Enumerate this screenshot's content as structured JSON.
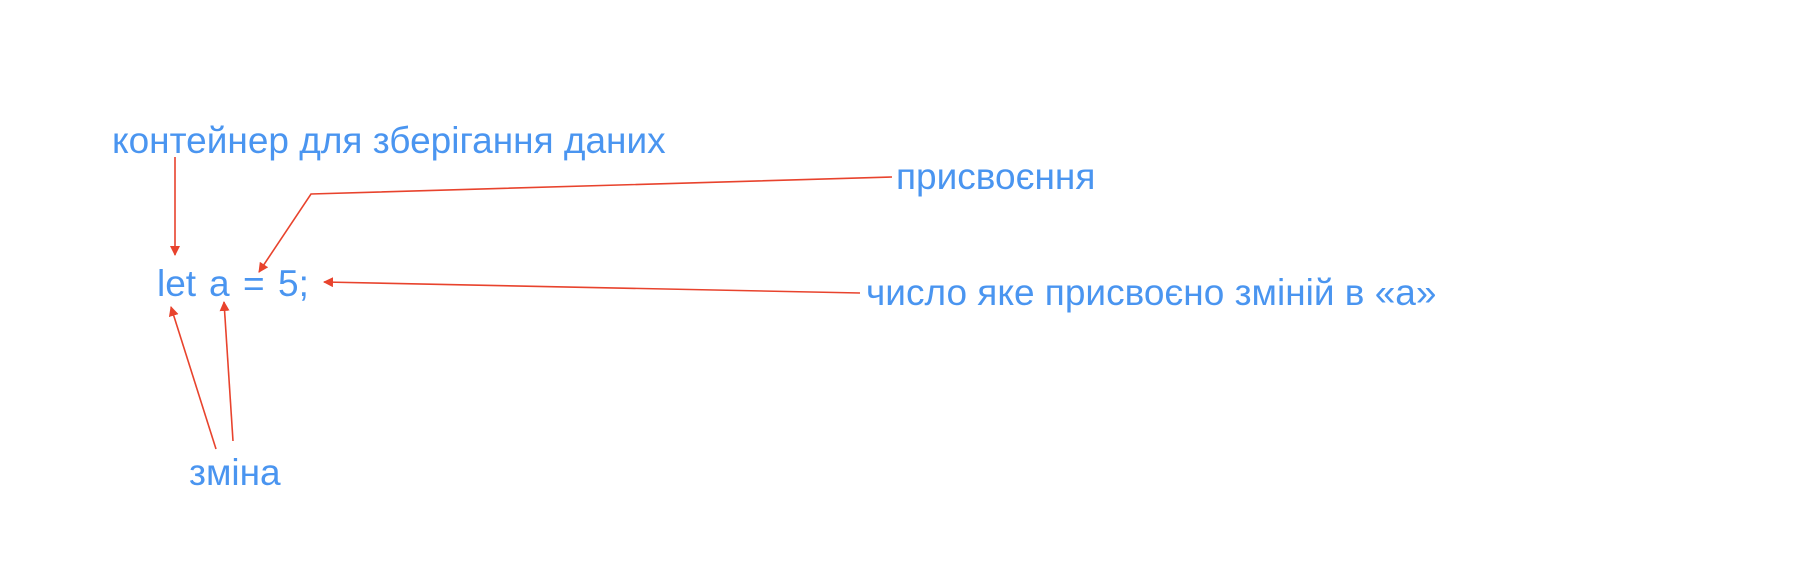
{
  "code": {
    "kw": "let",
    "var": "a",
    "op": "=",
    "num": "5;"
  },
  "labels": {
    "container": "контейнер для зберігання даних",
    "assignment": "присвоєння",
    "number": "число яке присвоєно зміній в «а»",
    "variable": "зміна"
  },
  "colors": {
    "text": "#4a95f0",
    "arrow": "#e8432d",
    "background": "#ffffff"
  }
}
